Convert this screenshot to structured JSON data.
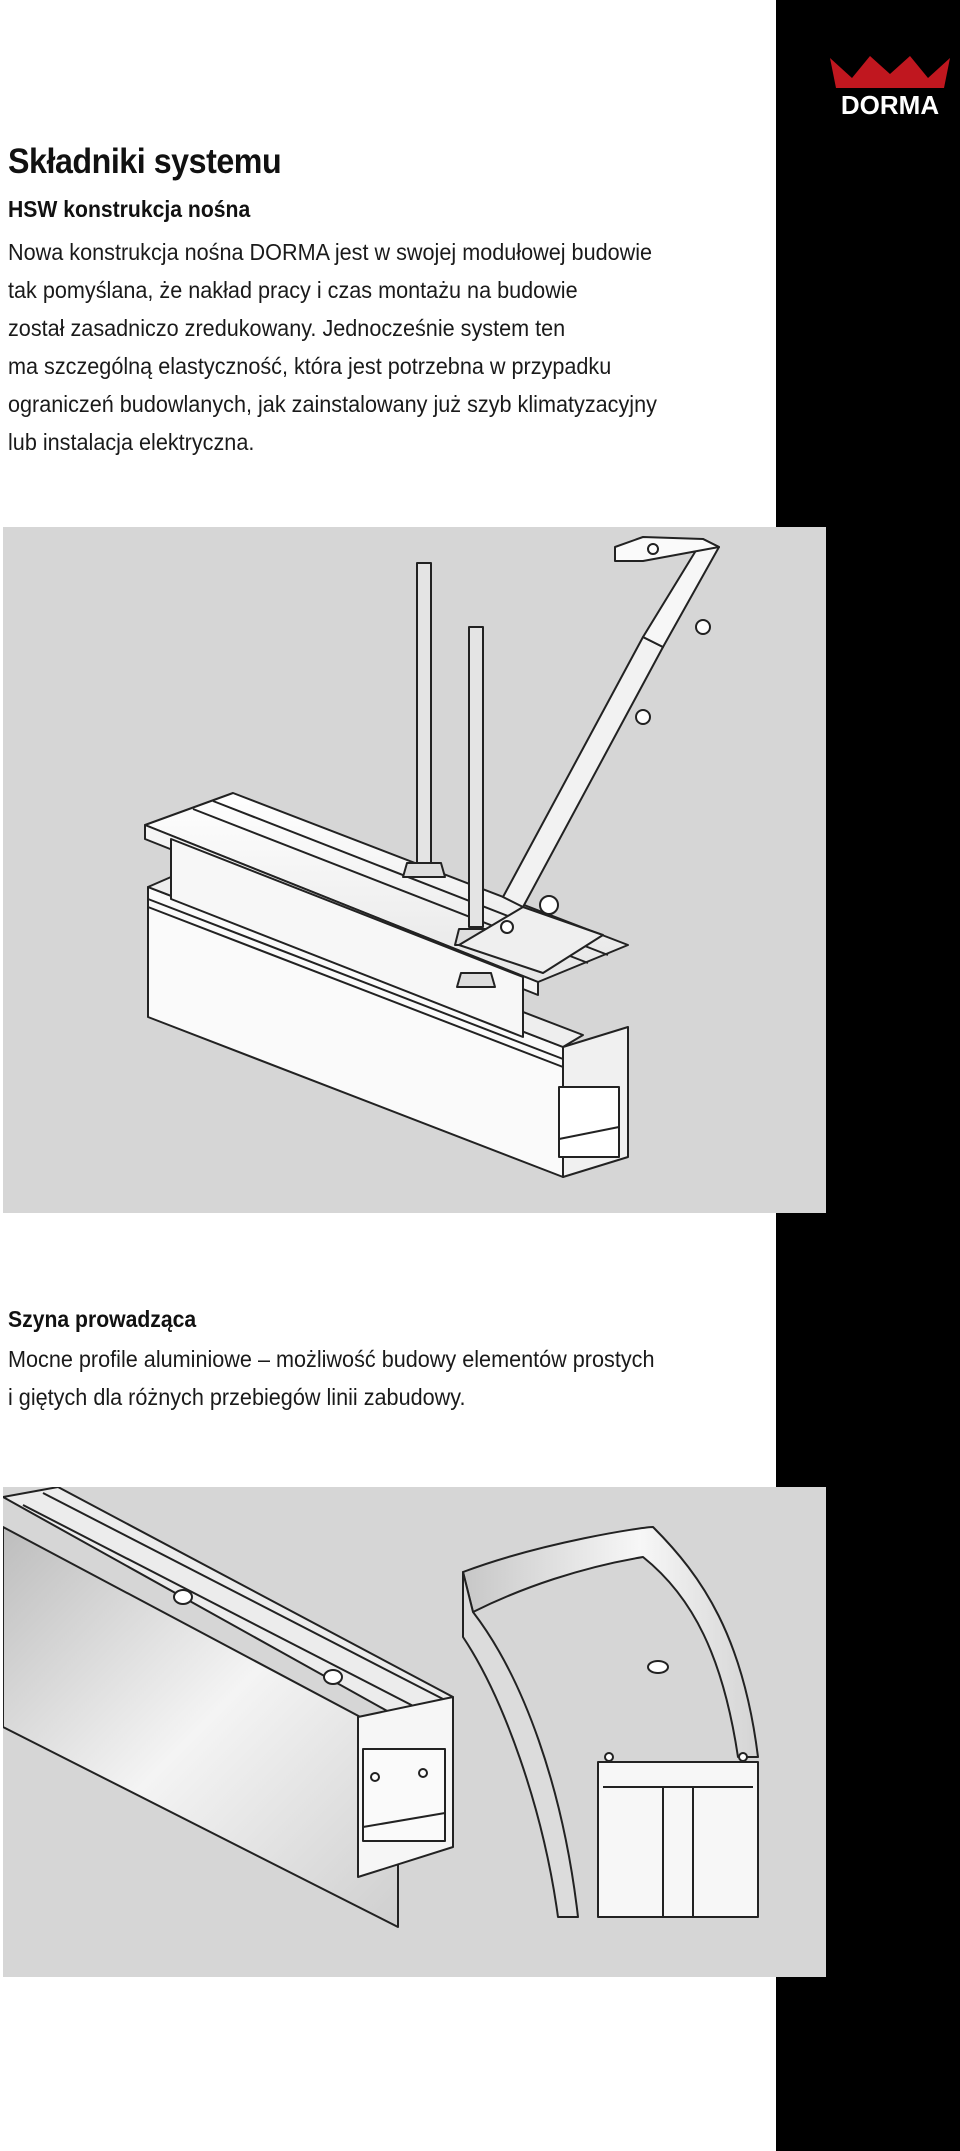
{
  "brand": {
    "logo_text": "DORMA",
    "color_red": "#c0171f",
    "strip_color": "#000000"
  },
  "section": {
    "title": "Składniki systemu",
    "hsw": {
      "heading": "HSW konstrukcja nośna",
      "lines": [
        "Nowa konstrukcja nośna DORMA jest w swojej modułowej budowie",
        "tak pomyślana, że nakład pracy i czas montażu na budowie",
        "został zasadniczo zredukowany. Jednocześnie system ten",
        "ma szczególną elastyczność, która jest potrzebna w przypadku",
        "ograniczeń budowlanych, jak zainstalowany już szyb klimatyzacyjny",
        "lub instalacja elektryczna."
      ]
    },
    "rail": {
      "heading": "Szyna prowadząca",
      "lines": [
        "Mocne profile aluminiowe – możliwość budowy elementów prostych",
        "i giętych dla różnych przebiegów linii zabudowy."
      ]
    }
  },
  "figures": {
    "background": "#d6d6d6",
    "carrier_illustration": "carrier-construction",
    "rails_illustration": "guide-rails"
  }
}
